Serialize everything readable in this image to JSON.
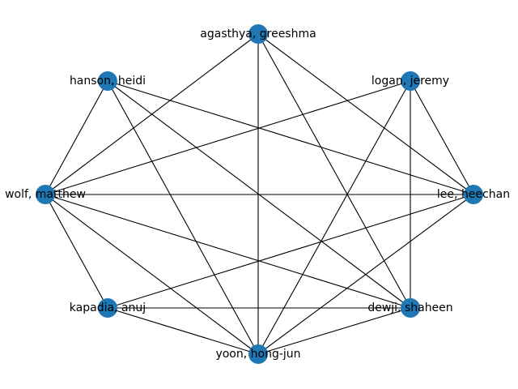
{
  "graph": {
    "node_color": "#1f77b4",
    "edge_color": "#000000",
    "nodes": [
      {
        "id": "agasthya",
        "label": "agasthya, greeshma"
      },
      {
        "id": "logan",
        "label": "logan, jeremy"
      },
      {
        "id": "lee",
        "label": "lee, heechan"
      },
      {
        "id": "dewji",
        "label": "dewji, shaheen"
      },
      {
        "id": "yoon",
        "label": "yoon, hong-jun"
      },
      {
        "id": "kapadia",
        "label": "kapadia, anuj"
      },
      {
        "id": "wolf",
        "label": "wolf, matthew"
      },
      {
        "id": "hanson",
        "label": "hanson, heidi"
      }
    ],
    "edges": [
      [
        "agasthya",
        "wolf"
      ],
      [
        "agasthya",
        "lee"
      ],
      [
        "agasthya",
        "dewji"
      ],
      [
        "agasthya",
        "yoon"
      ],
      [
        "hanson",
        "wolf"
      ],
      [
        "hanson",
        "yoon"
      ],
      [
        "hanson",
        "lee"
      ],
      [
        "hanson",
        "dewji"
      ],
      [
        "logan",
        "wolf"
      ],
      [
        "logan",
        "lee"
      ],
      [
        "logan",
        "dewji"
      ],
      [
        "logan",
        "yoon"
      ],
      [
        "wolf",
        "lee"
      ],
      [
        "wolf",
        "kapadia"
      ],
      [
        "wolf",
        "yoon"
      ],
      [
        "wolf",
        "dewji"
      ],
      [
        "lee",
        "kapadia"
      ],
      [
        "lee",
        "yoon"
      ],
      [
        "kapadia",
        "dewji"
      ],
      [
        "kapadia",
        "yoon"
      ],
      [
        "dewji",
        "yoon"
      ]
    ]
  }
}
